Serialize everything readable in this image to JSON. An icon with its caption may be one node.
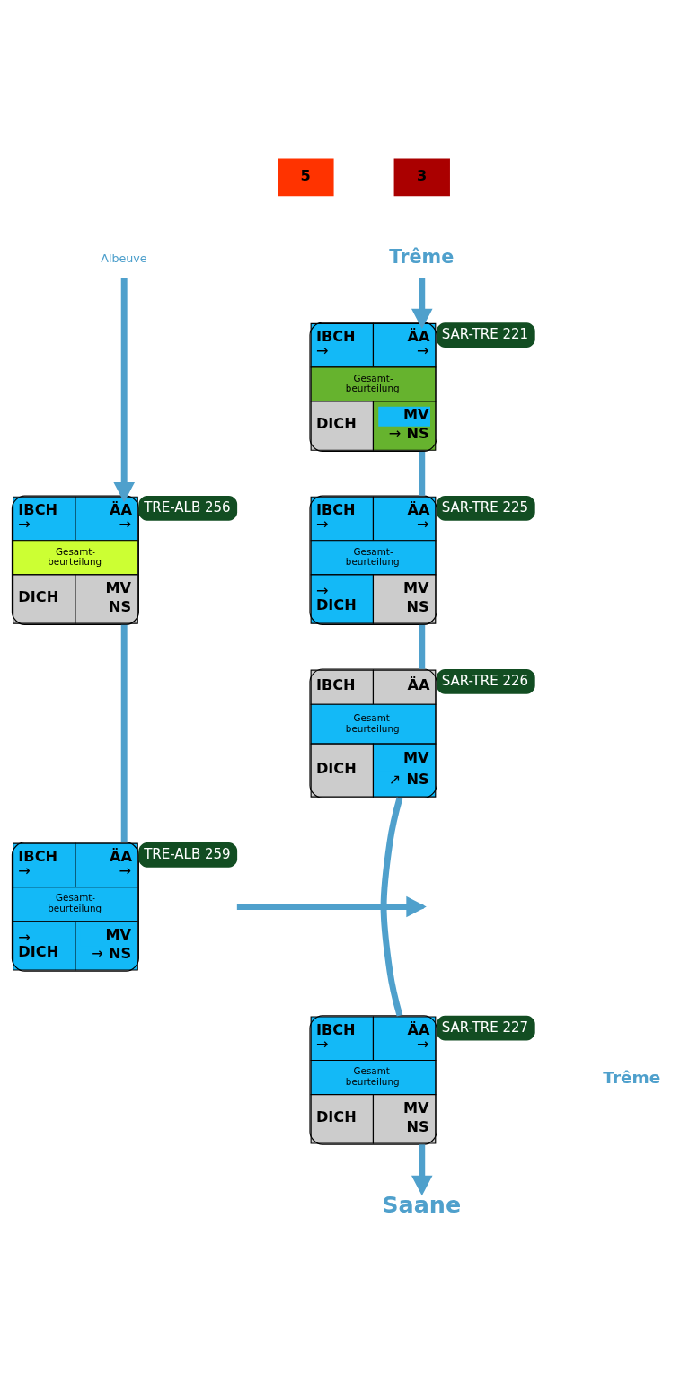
{
  "diagram": {
    "nodes": [
      {
        "text": [
          "Trême"
        ]
      },
      {
        "text": [
          "Albeuve"
        ]
      },
      {
        "text": [
          "IBCH",
          "→",
          "ÄA",
          "→",
          "Gesamt- beurteilung",
          "MV",
          "DICH",
          "→",
          "NS",
          "SAR-TRE 221"
        ]
      },
      {
        "text": [
          "IBCH",
          "→",
          "ÄA",
          "→",
          "Gesamt- beurteilung",
          "MV",
          "DICH",
          "NS",
          "TRE-ALB 256"
        ]
      },
      {
        "text": [
          "IBCH",
          "→",
          "ÄA",
          "→",
          "Gesamt- beurteilung",
          "MV",
          "→",
          "DICH",
          "NS",
          "SAR-TRE 225"
        ]
      },
      {
        "text": [
          "IBCH",
          "ÄA",
          "Gesamt- beurteilung",
          "MV",
          "DICH",
          "↗",
          "NS",
          "SAR-TRE 226"
        ]
      },
      {
        "text": [
          "IBCH",
          "→",
          "ÄA",
          "→",
          "Gesamt- beurteilung",
          "MV",
          "→",
          "DICH",
          "→",
          "NS",
          "TRE-ALB 259"
        ]
      },
      {
        "text": [
          "IBCH",
          "→",
          "ÄA",
          "→",
          "Gesamt- beurteilung",
          "MV",
          "DICH",
          "NS",
          "SAR-TRE 227"
        ]
      },
      {
        "text": [
          "Saane"
        ]
      }
    ],
    "edges": [
      {
        "from": 0,
        "to": 2,
        "arrow": "to"
      },
      {
        "from": 2,
        "to": 4,
        "arrow": "none"
      },
      {
        "from": 4,
        "to": 5,
        "arrow": "none"
      },
      {
        "from": 5,
        "to": 7,
        "arrow": "none"
      },
      {
        "from": 1,
        "to": 3,
        "arrow": "to"
      },
      {
        "from": 3,
        "to": 6,
        "arrow": "none"
      },
      {
        "from": 6,
        "to": null,
        "arrow": "to"
      },
      {
        "from": 7,
        "to": 8,
        "arrow": "to"
      }
    ],
    "labels": [
      "5",
      "3",
      "Trême"
    ]
  }
}
